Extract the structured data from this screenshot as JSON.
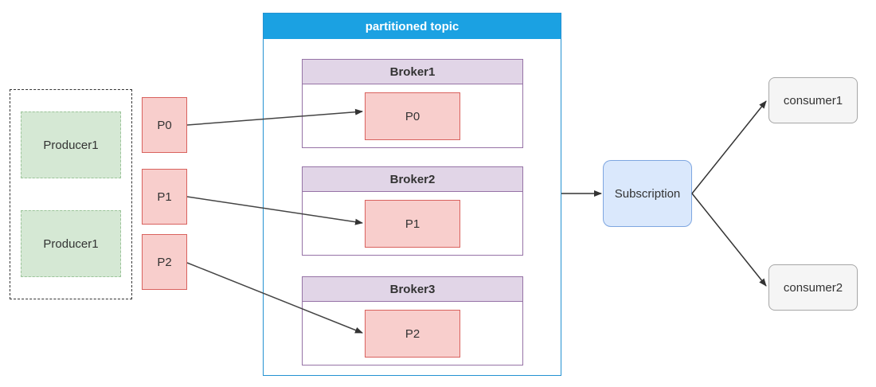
{
  "producers": [
    {
      "label": "Producer1"
    },
    {
      "label": "Producer1"
    }
  ],
  "partitions": [
    {
      "label": "P0"
    },
    {
      "label": "P1"
    },
    {
      "label": "P2"
    }
  ],
  "topic": {
    "title": "partitioned topic",
    "brokers": [
      {
        "name": "Broker1",
        "partition": "P0"
      },
      {
        "name": "Broker2",
        "partition": "P1"
      },
      {
        "name": "Broker3",
        "partition": "P2"
      }
    ]
  },
  "subscription": {
    "label": "Subscription"
  },
  "consumers": [
    {
      "label": "consumer1"
    },
    {
      "label": "consumer2"
    }
  ],
  "colors": {
    "producer_fill": "#d5e8d4",
    "partition_fill": "#f8cecc",
    "partition_border": "#d9625e",
    "topic_header": "#1ba1e2",
    "broker_header": "#e1d5e7",
    "broker_border": "#9673a6",
    "subscription_fill": "#dae8fc",
    "consumer_fill": "#f5f5f5"
  }
}
